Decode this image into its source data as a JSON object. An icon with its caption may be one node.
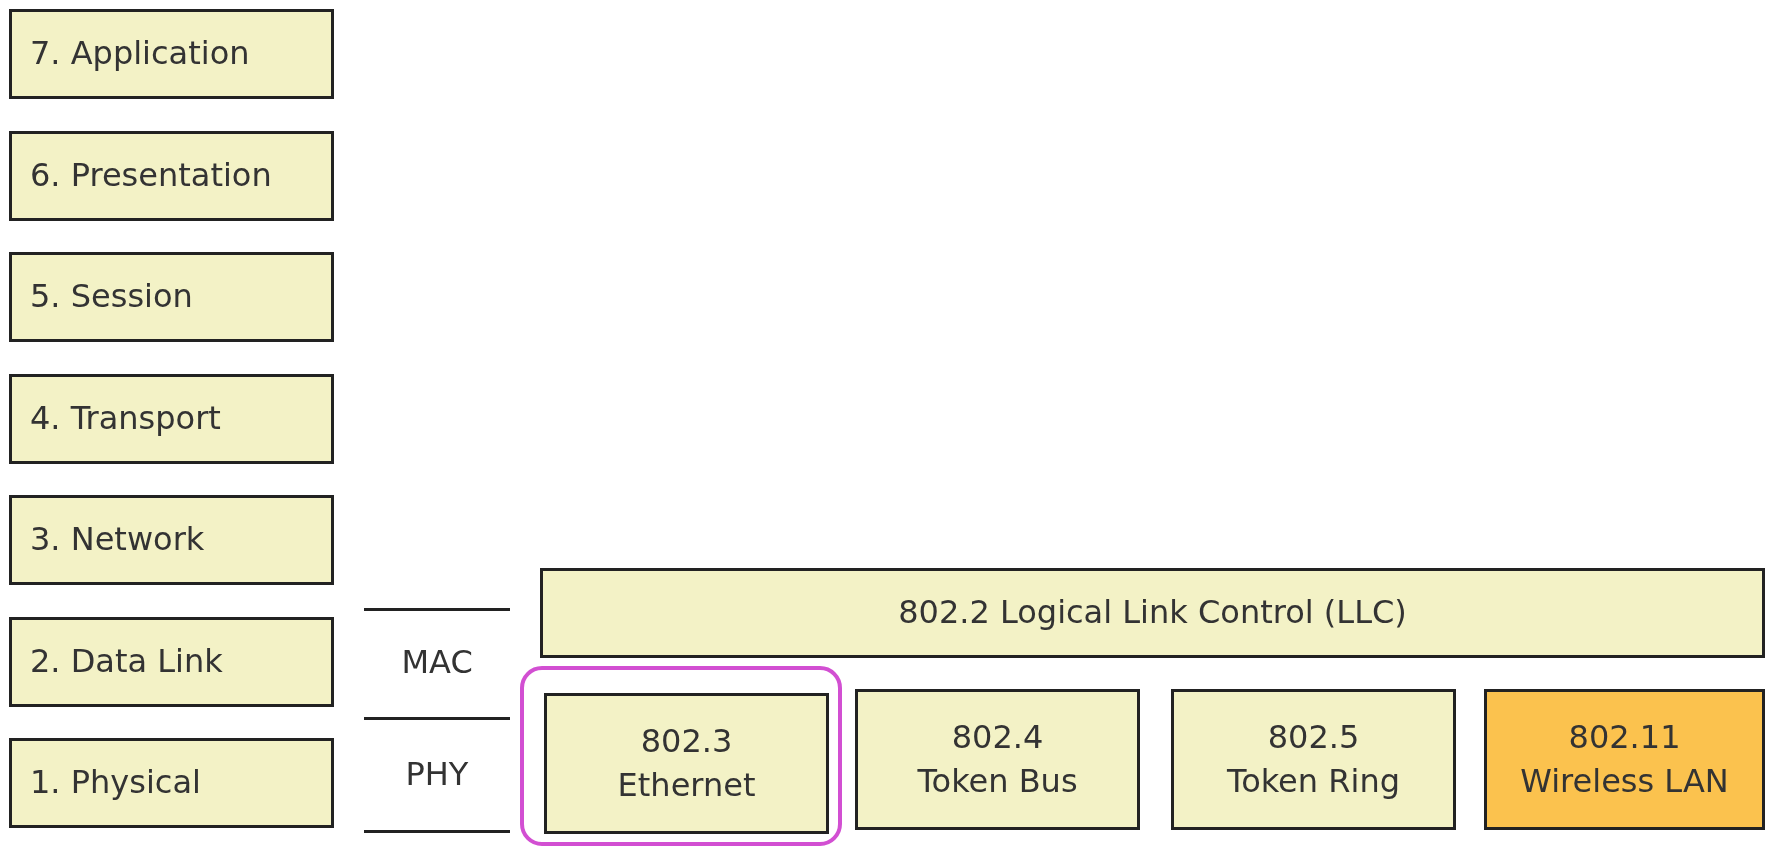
{
  "diagram": {
    "nodes": [
      {
        "text": [
          "7. Application"
        ]
      },
      {
        "text": [
          "6. Presentation"
        ]
      },
      {
        "text": [
          "5. Session"
        ]
      },
      {
        "text": [
          "4. Transport"
        ]
      },
      {
        "text": [
          "3. Network"
        ]
      },
      {
        "text": [
          "2. Data Link"
        ]
      },
      {
        "text": [
          "1. Physical"
        ]
      },
      {
        "text": [
          "802.2 Logical Link Control (LLC)"
        ]
      },
      {
        "text": [],
        "shape": "box"
      },
      {
        "text": [
          "802.3",
          "Ethernet"
        ],
        "in": 8
      },
      {
        "text": [
          "802.4",
          "Token Bus"
        ]
      },
      {
        "text": [
          "802.5",
          "Token Ring"
        ]
      },
      {
        "text": [
          "802.11",
          "Wireless LAN"
        ]
      }
    ],
    "edges": [],
    "labels": [
      "MAC",
      "PHY"
    ]
  }
}
